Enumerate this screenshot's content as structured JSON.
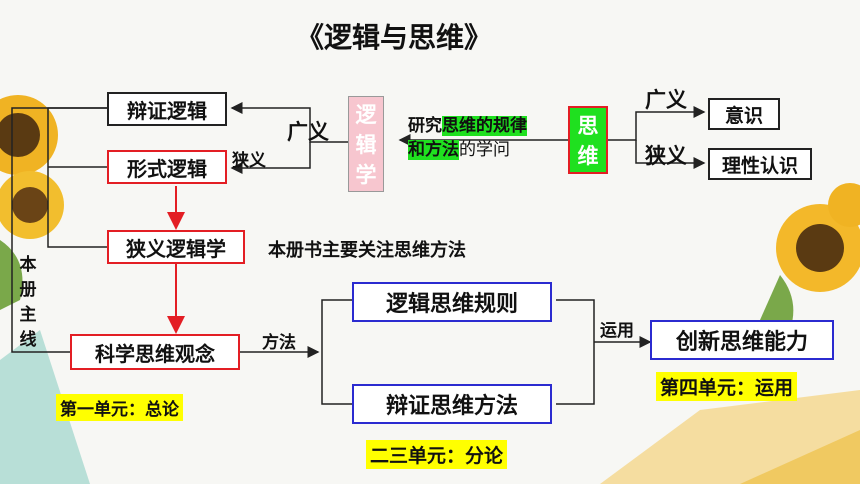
{
  "title": "《逻辑与思维》",
  "logic_label": [
    "逻",
    "辑",
    "学"
  ],
  "thinking_label": [
    "思",
    "维"
  ],
  "definition": {
    "prefix": "研究",
    "highlight_1": "思维的规律",
    "highlight_2": "和方法",
    "suffix": "的学问"
  },
  "left_branch": {
    "broad_label": "广义",
    "narrow_label": "狭义",
    "dialectical_logic": "辩证逻辑",
    "formal_logic": "形式逻辑",
    "narrow_logic": "狭义逻辑学",
    "scientific_thinking": "科学思维观念"
  },
  "right_branch": {
    "broad_label": "广义",
    "narrow_label": "狭义",
    "consciousness": "意识",
    "rational_cognition": "理性认识"
  },
  "main_line_label": [
    "本",
    "册",
    "主",
    "线"
  ],
  "focus_note": "本册书主要关注思维方法",
  "method_label": "方法",
  "logic_rules": "逻辑思维规则",
  "dialectical_methods": "辩证思维方法",
  "apply_label": "运用",
  "innovation": "创新思维能力",
  "units": {
    "unit1": "第一单元：总论",
    "unit23": "二三单元：分论",
    "unit4": "第四单元：运用"
  },
  "colors": {
    "red": "#e31e24",
    "blue": "#2b2bd0",
    "pink_box": "#f7c6cf",
    "green_box": "#1fe01f",
    "yellow_tag": "#ffff00"
  }
}
